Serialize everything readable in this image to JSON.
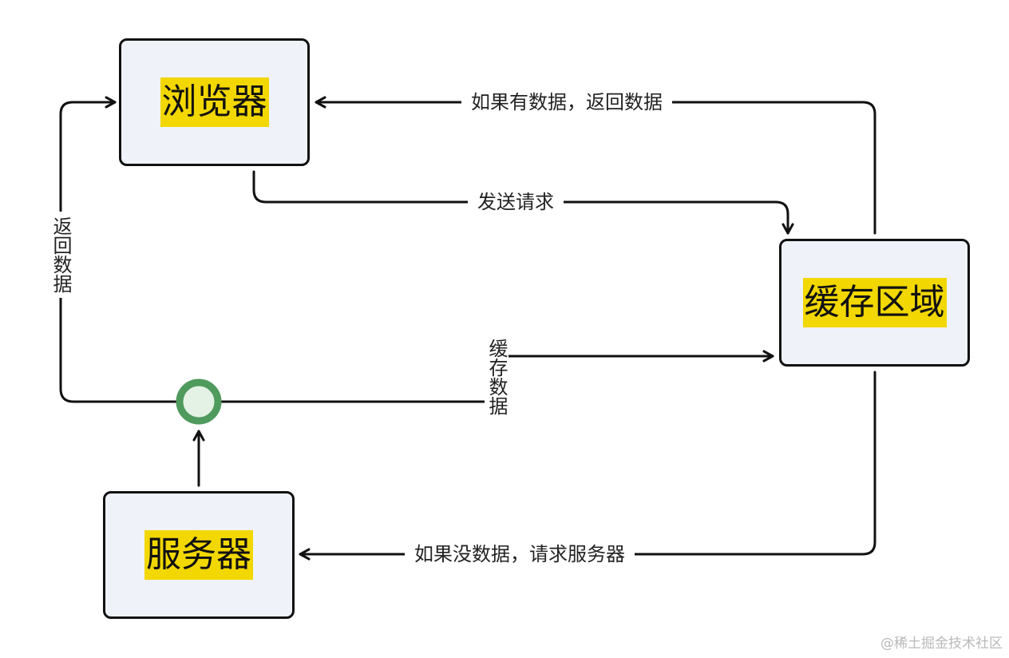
{
  "nodes": {
    "browser": "浏览器",
    "cache": "缓存区域",
    "server": "服务器"
  },
  "edges": {
    "send_request": "发送请求",
    "hit_return": "如果有数据，返回数据",
    "miss_request_server": "如果没数据，请求服务器",
    "return_data": "返回数据",
    "cache_data": "缓存数据"
  },
  "colors": {
    "node_fill": "#eff2f9",
    "node_border": "#111111",
    "label_highlight": "#f2d700",
    "line": "#111111",
    "junction_outer": "#4f9a5d",
    "junction_inner": "#e3f2e4"
  },
  "watermark": "@稀土掘金技术社区"
}
